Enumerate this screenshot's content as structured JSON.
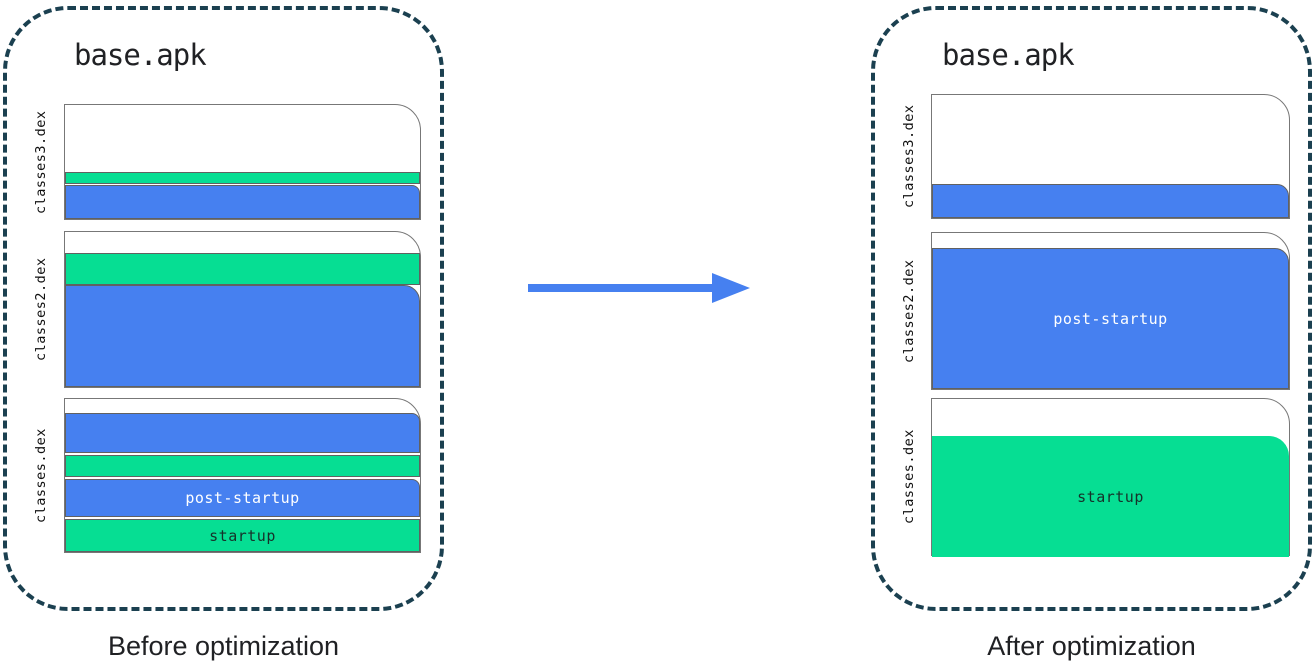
{
  "colors": {
    "blue": "#4680F0",
    "green": "#06DE93",
    "panel-outline": "#1B4050",
    "file-border": "#777777",
    "band-border": "#616161",
    "arrow": "#4680F0",
    "label-on-blue": "#FFFFFF",
    "label-on-green": "#16322A",
    "text": "#202124"
  },
  "before": {
    "title": "base.apk",
    "caption": "Before optimization",
    "files": [
      {
        "label": "classes3.dex"
      },
      {
        "label": "classes2.dex"
      },
      {
        "label": "classes.dex"
      }
    ],
    "bands": {
      "post_startup": "post-startup",
      "startup": "startup"
    }
  },
  "after": {
    "title": "base.apk",
    "caption": "After optimization",
    "files": [
      {
        "label": "classes3.dex"
      },
      {
        "label": "classes2.dex"
      },
      {
        "label": "classes.dex"
      }
    ],
    "bands": {
      "post_startup": "post-startup",
      "startup": "startup"
    }
  }
}
